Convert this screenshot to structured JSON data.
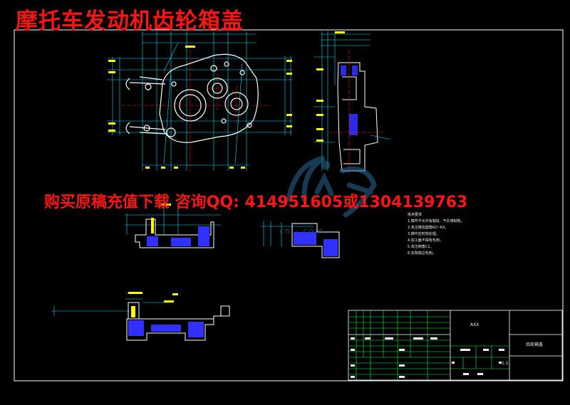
{
  "overlay": {
    "title": "摩托车发动机齿轮箱盖",
    "promo": "购买原稿充值下载 咨询QQ: 414951605或1304139763"
  },
  "watermark": {
    "text": "cn · com"
  },
  "tech_notes": {
    "lines": [
      "技术要求",
      "1.铸件不允许有裂纹、气孔等缺陷。",
      "2.未注铸造圆角R2~R3。",
      "3.铸件应时效处理。",
      "4.加工面不得有毛刺。",
      "5.未注倒角C1。",
      "6.去除锐边毛刺。"
    ]
  },
  "title_block": {
    "center_label": "AXX",
    "right_label": "齿轮箱盖",
    "scale": "1:1"
  },
  "colors": {
    "frame": "#ffffff",
    "cyan": "#00e5ff",
    "green": "#00ff40",
    "yellow": "#ffff00",
    "red": "#ff1414",
    "blue": "#3030ff",
    "magenta": "#ff00ff"
  }
}
